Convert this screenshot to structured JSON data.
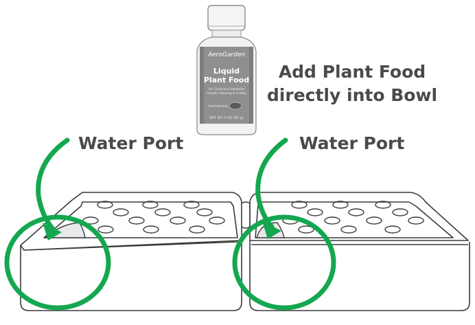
{
  "labels": {
    "water_port_left": "Water Port",
    "water_port_right": "Water Port",
    "instruction_line1": "Add Plant Food",
    "instruction_line2": "directly into Bowl"
  },
  "bottle": {
    "brand": "AeroGarden",
    "product_line1": "Liquid",
    "product_line2": "Plant Food",
    "tagline_line1": "For Continuous Vegetative",
    "tagline_line2": "Growth, Flowering & Fruiting",
    "partner": "Partnership",
    "net_weight": "NET WT 3 OZ (85 g)"
  },
  "colors": {
    "accent_green": "#14a750",
    "label_gray": "#4a4a4a",
    "outline": "#3a3a3a"
  }
}
